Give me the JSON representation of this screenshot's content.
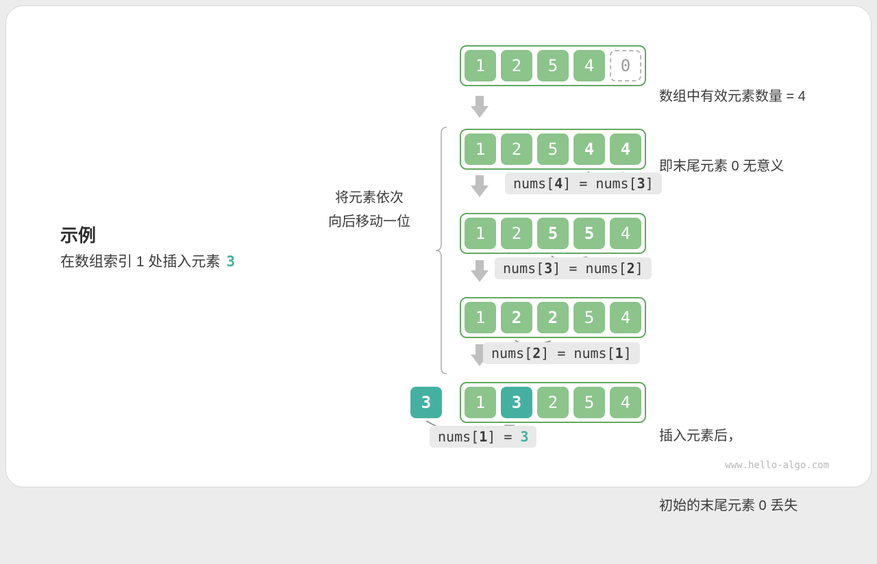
{
  "watermark": "www.hello-algo.com",
  "example": {
    "title": "示例",
    "description": "在数组索引 1 处插入元素",
    "value": "3"
  },
  "shift_note": {
    "line1": "将元素依次",
    "line2": "向后移动一位"
  },
  "notes": {
    "initial": {
      "line1": "数组中有效元素数量 = 4",
      "line2": "即末尾元素 0 无意义"
    },
    "final": {
      "line1": "插入元素后，",
      "line2": "初始的末尾元素 0 丢失"
    }
  },
  "arrays": {
    "initial": [
      "1",
      "2",
      "5",
      "4",
      "0"
    ],
    "step1": [
      "1",
      "2",
      "5",
      "4",
      "4"
    ],
    "step2": [
      "1",
      "2",
      "5",
      "5",
      "4"
    ],
    "step3": [
      "1",
      "2",
      "2",
      "5",
      "4"
    ],
    "final": [
      "1",
      "3",
      "2",
      "5",
      "4"
    ]
  },
  "inserted_value": "3",
  "ops": {
    "op1": {
      "fn": "nums[",
      "i1": "4",
      "mid": "] = nums[",
      "i2": "3",
      "end": "]"
    },
    "op2": {
      "fn": "nums[",
      "i1": "3",
      "mid": "] = nums[",
      "i2": "2",
      "end": "]"
    },
    "op3": {
      "fn": "nums[",
      "i1": "2",
      "mid": "] = nums[",
      "i2": "1",
      "end": "]"
    },
    "op4": {
      "fn": "nums[",
      "i1": "1",
      "mid": "] = ",
      "value": "3"
    }
  },
  "colors": {
    "cell-green": "#8cc48c",
    "array-border": "#62a862",
    "accent-teal": "#45b0a2",
    "label-bg": "#e9e9e9",
    "arrow-gray": "#bfbfbf"
  }
}
